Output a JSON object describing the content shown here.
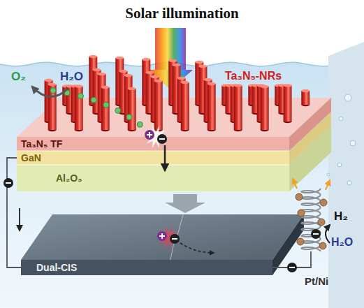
{
  "diagram": {
    "title": "Solar illumination",
    "nodes": [
      {
        "text": [
          "Ta₃N₅ TF"
        ]
      },
      {
        "text": [
          "GaN"
        ]
      },
      {
        "text": [
          "Al₂O₃"
        ]
      },
      {
        "text": [
          "Dual-CIS"
        ]
      }
    ],
    "edges": [
      {
        "from": 1,
        "to": 3,
        "arrow": "none"
      }
    ],
    "labels": [
      "O₂",
      "H₂O",
      "Ta₃N₅-NRs",
      "H₂",
      "H₂O",
      "Pt/Ni"
    ]
  }
}
